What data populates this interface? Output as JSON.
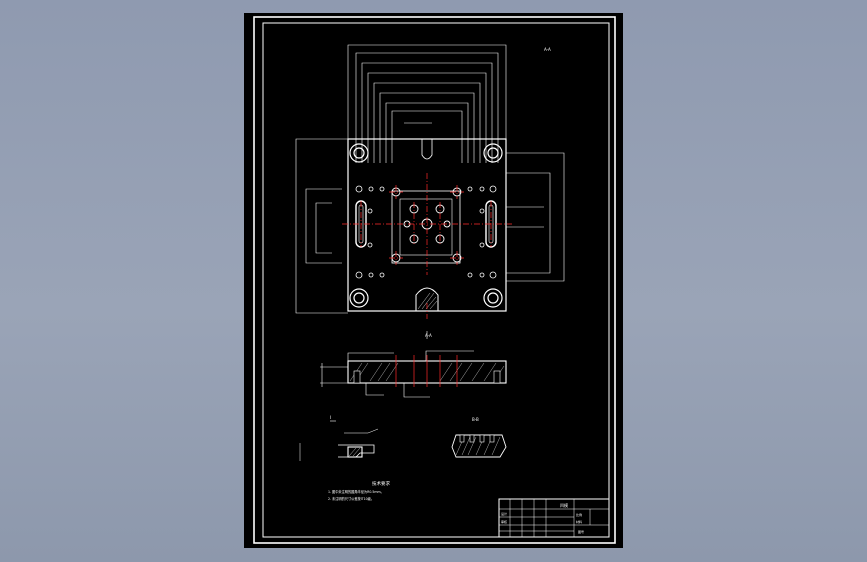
{
  "drawing": {
    "section_label_top": "A-A",
    "section_label_mid": "A-A",
    "detail_label_left": "I",
    "detail_label_right": "B-B",
    "notes_title": "技术要求",
    "note_1": "1. 图中未注明的圆角半径为R0.5mm。",
    "note_2": "2. 未注明的尺寸公差按IT10级。",
    "title_block": {
      "part_name": "凹模",
      "label_scale": "比例",
      "label_material": "材料",
      "label_drawn": "设计",
      "label_checked": "审核",
      "code": "图号"
    }
  },
  "colors": {
    "background": "#909bb0",
    "sheet": "#000000",
    "lines": "#ffffff",
    "centerlines": "#ff2a2a"
  }
}
